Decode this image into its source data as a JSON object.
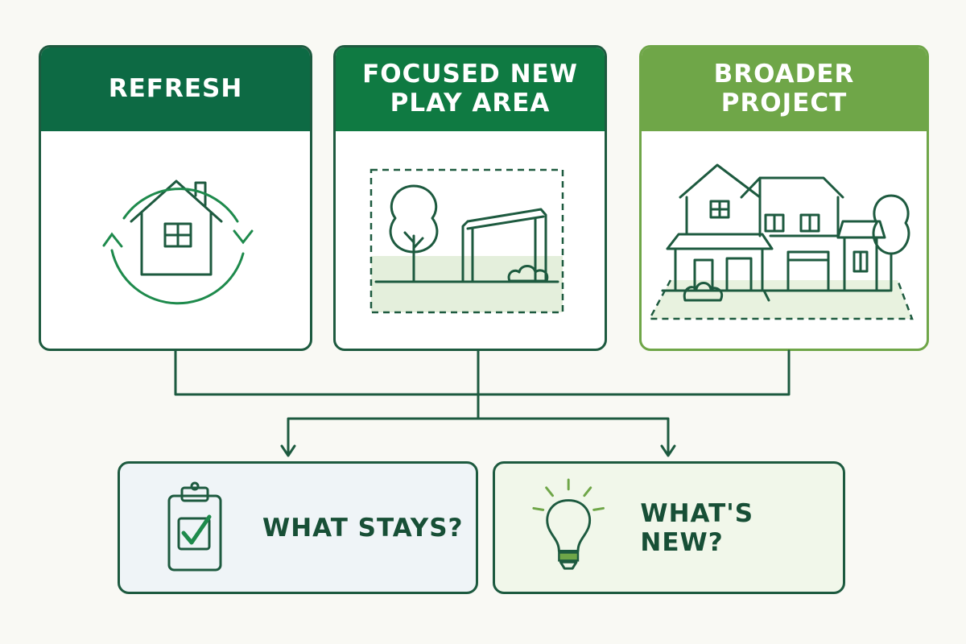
{
  "cards": [
    {
      "title": "REFRESH",
      "icon": "house-refresh-icon"
    },
    {
      "title": "FOCUSED NEW PLAY AREA",
      "icon": "play-area-icon"
    },
    {
      "title": "BROADER PROJECT",
      "icon": "house-yard-icon"
    }
  ],
  "questions": [
    {
      "label": "WHAT STAYS?",
      "icon": "clipboard-check-icon"
    },
    {
      "label": "WHAT'S NEW?",
      "icon": "lightbulb-icon"
    }
  ],
  "colors": {
    "dark_green": "#0d6a44",
    "mid_green": "#0f7a42",
    "light_green": "#6fa648",
    "outline": "#1d5a3f",
    "background": "#f9f9f4"
  }
}
